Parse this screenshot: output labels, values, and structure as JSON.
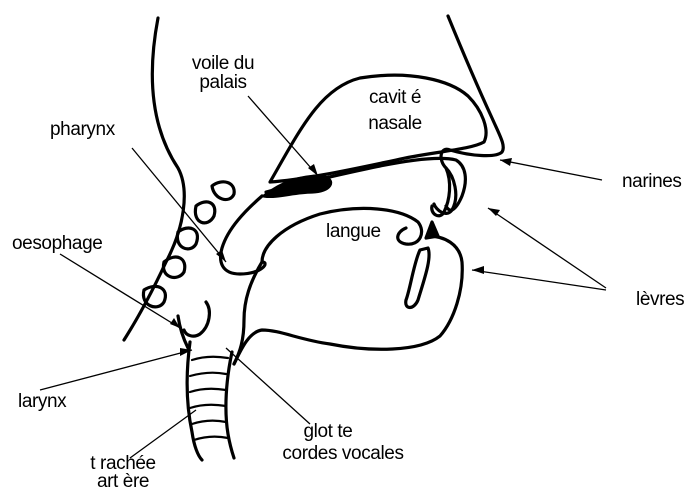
{
  "labels": {
    "voile_du_palais_line1": "voile du",
    "voile_du_palais_line2": "palais",
    "cavite_nasale_line1": "cavit é",
    "cavite_nasale_line2": "nasale",
    "pharynx": "pharynx",
    "oesophage": "oesophage",
    "langue": "langue",
    "narines": "narines",
    "levres": "lèvres",
    "larynx": "larynx",
    "glotte": "glot te",
    "cordes_vocales": "cordes vocales",
    "trachee_line1": "t rachée",
    "trachee_line2": "art ère"
  },
  "colors": {
    "stroke": "#000000",
    "background": "#ffffff"
  }
}
